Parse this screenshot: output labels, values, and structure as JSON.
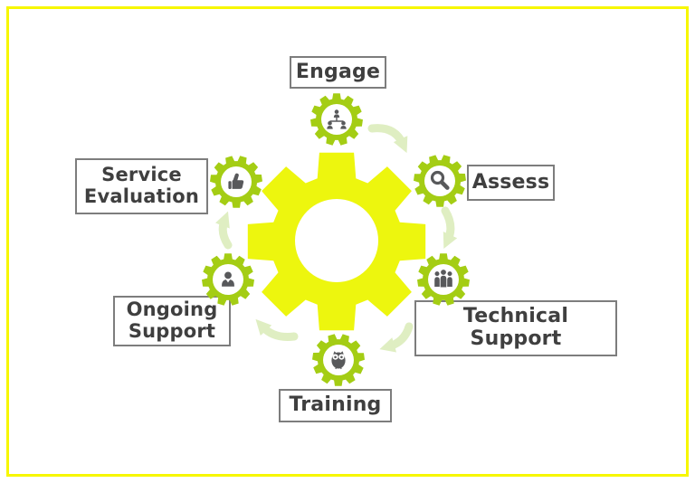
{
  "diagram": {
    "type": "process-cycle",
    "flow_direction": "clockwise",
    "steps": [
      {
        "label": "Engage",
        "icon": "org-chart-icon"
      },
      {
        "label": "Assess",
        "icon": "magnifier-icon"
      },
      {
        "label": "Technical Support",
        "icon": "people-group-icon"
      },
      {
        "label": "Training",
        "icon": "owl-icon"
      },
      {
        "label": "Ongoing Support",
        "icon": "person-icon"
      },
      {
        "label": "Service Evaluation",
        "icon": "thumbs-up-icon"
      }
    ],
    "arrows": [
      {
        "from": "Engage",
        "to": "Assess"
      },
      {
        "from": "Assess",
        "to": "Technical Support"
      },
      {
        "from": "Technical Support",
        "to": "Training"
      },
      {
        "from": "Training",
        "to": "Ongoing Support"
      },
      {
        "from": "Ongoing Support",
        "to": "Service Evaluation"
      }
    ]
  },
  "colors": {
    "frame_yellow": "#f7f700",
    "central_gear": "#edf60e",
    "small_gear": "#a4cd14",
    "icon_gray": "#58595b",
    "arrow_green": "#dfeec2",
    "label_border": "#7d7d7d",
    "label_text": "#3f3f3f",
    "background": "#ffffff",
    "white": "#ffffff"
  }
}
